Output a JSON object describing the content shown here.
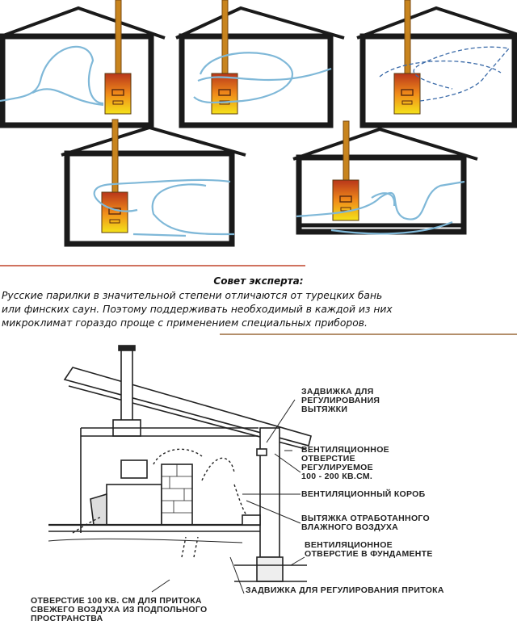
{
  "tip": {
    "title": "Совет эксперта:",
    "lines": [
      "Русские парилки в значительной степени отличаются от турецких бань",
      "или финских саун. Поэтому поддерживать необходимый в каждой из них",
      "микроклимат гораздо проще с применением специальных приборов."
    ]
  },
  "labels": {
    "exhaust_damper": "ЗАДВИЖКА ДЛЯ\nРЕГУЛИРОВАНИЯ\nВЫТЯЖКИ",
    "vent_adjustable": "ВЕНТИЛЯЦИОННОЕ\nОТВЕРСТИЕ\nРЕГУЛИРУЕМОЕ\n100 - 200 КВ.СМ.",
    "vent_duct": "ВЕНТИЛЯЦИОННЫЙ КОРОБ",
    "humid_exhaust": "ВЫТЯЖКА ОТРАБОТАННОГО\nВЛАЖНОГО ВОЗДУХА",
    "foundation_vent": "ВЕНТИЛЯЦИОННОЕ\nОТВЕРСТИЕ В ФУНДАМЕНТЕ",
    "inflow_damper": "ЗАДВИЖКА ДЛЯ РЕГУЛИРОВАНИЯ ПРИТОКА",
    "fresh_air_hole": "ОТВЕРСТИЕ 100 КВ. СМ ДЛЯ ПРИТОКА\nСВЕЖЕГО ВОЗДУХА ИЗ ПОДПОЛЬНОГО\nПРОСТРАНСТВА"
  },
  "colors": {
    "wall": "#1a1a1a",
    "chimney": "#c8841e",
    "stove_top": "#b8361a",
    "stove_bottom": "#f4e21a",
    "airflow": "#7fb8d8",
    "divider": "#c0442a"
  }
}
